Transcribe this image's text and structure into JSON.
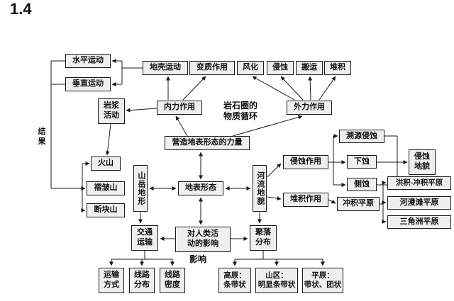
{
  "title": "1.4",
  "nodes": {
    "horizontal_movement": {
      "label": "水平运动"
    },
    "vertical_movement": {
      "label": "垂直运动"
    },
    "crustal_movement": {
      "label": "地壳运动"
    },
    "metamorphism": {
      "label": "变质作用"
    },
    "weathering": {
      "label": "风化"
    },
    "erosion": {
      "label": "侵蚀"
    },
    "transportation": {
      "label": "搬运"
    },
    "accumulation": {
      "label": "堆积"
    },
    "magma_activity": {
      "label": "岩浆\n活动"
    },
    "internal_force": {
      "label": "内力作用"
    },
    "rock_cycle": {
      "label": "岩石圈的\n物质循环"
    },
    "external_force": {
      "label": "外力作用"
    },
    "result": {
      "label": "结\n果"
    },
    "main_force": {
      "label": "营造地表形态的力量"
    },
    "volcano": {
      "label": "火山"
    },
    "fold_mountain": {
      "label": "褶皱山"
    },
    "fault_mountain": {
      "label": "断块山"
    },
    "mountain_terrain": {
      "label": "山岳地形"
    },
    "surface_form": {
      "label": "地表形态"
    },
    "river_landform": {
      "label": "河流地貌"
    },
    "erosion_process": {
      "label": "侵蚀作用"
    },
    "headward_erosion": {
      "label": "溯源侵蚀"
    },
    "down_erosion": {
      "label": "下蚀"
    },
    "lateral_erosion": {
      "label": "侧蚀"
    },
    "erosion_landform": {
      "label": "侵蚀\n地貌"
    },
    "accumulation_process": {
      "label": "堆积作用"
    },
    "alluvial_plain": {
      "label": "冲积平原"
    },
    "flood_alluvial_plain": {
      "label": "洪积-冲积平原"
    },
    "floodplain_plain": {
      "label": "河漫滩平原"
    },
    "delta_plain": {
      "label": "三角洲平原"
    },
    "traffic": {
      "label": "交通\n运输"
    },
    "human_impact": {
      "label": "对人类活\n动的影响"
    },
    "settlement": {
      "label": "聚落\n分布"
    },
    "influence": {
      "label": "影响"
    },
    "transport_mode": {
      "label": "运输\n方式"
    },
    "route_distribution": {
      "label": "线路\n分布"
    },
    "route_density": {
      "label": "线路\n密度"
    },
    "plateau": {
      "label": "高原：\n条带状"
    },
    "mountain_area": {
      "label": "山区：\n明显条带状"
    },
    "plain_area": {
      "label": "平原：\n带状、团状"
    }
  },
  "colors": {
    "line": "#1a1a1a",
    "box_fill": "#efefef",
    "text": "#111111"
  }
}
